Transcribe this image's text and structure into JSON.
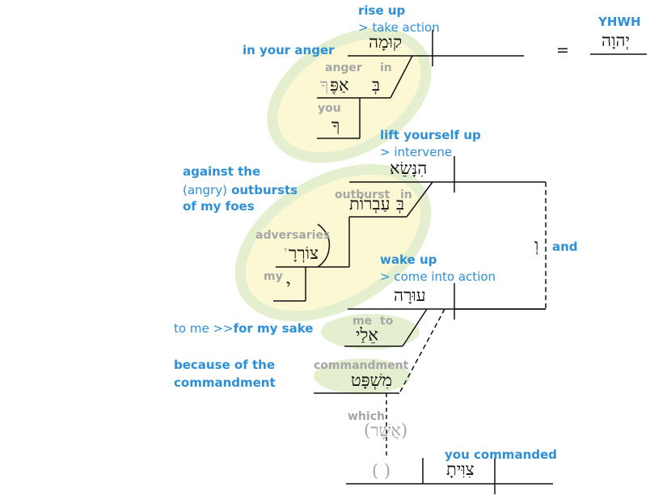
{
  "phrases": {
    "rise_up": "rise up",
    "rise_up_gloss": "> take action",
    "in_your_anger": "in your anger",
    "yhwh_label": "YHWH",
    "lift_yourself_up": "lift yourself up",
    "lift_gloss": "> intervene",
    "against_the": "against the",
    "angry": "(angry)",
    "outbursts": "outbursts",
    "of_my_foes": "of my foes",
    "and": "and",
    "wake_up": "wake up",
    "wake_up_gloss": "> come into action",
    "to_me": "to me >>",
    "for_my_sake": "for my sake",
    "because_of_the": "because of the",
    "commandment": "commandment",
    "you_commanded": "you commanded",
    "equals": "="
  },
  "labels": {
    "anger": "anger",
    "in1": "in",
    "you": "you",
    "outburst": "outburst",
    "in2": "in",
    "adversaries": "adversaries",
    "my": "my",
    "me": "me",
    "to": "to",
    "commandment": "commandment",
    "which": "which"
  },
  "hebrew": {
    "qumah": "קוּמָה",
    "yhwh": "יְהוָה",
    "be1": "בְּ",
    "appekha": "אַפֶּ",
    "kha": "ךָ",
    "kha2": "ךָ",
    "hinnase": "הִנָּשֵׂא",
    "be2": "בְּ",
    "avrot": "עַבְרוֹת",
    "tsorray": "צוֹרְרָ",
    "yod": "י",
    "yod2": "י",
    "vav": "וְ",
    "urah": "עוּרָה",
    "elay": "אֵלַי",
    "mishpat": "מִשְׁפָּט",
    "asher": "(אֲשֶׁר)",
    "empty_paren": "(   )",
    "tsivvita": "צִוִּיתָ"
  },
  "colors": {
    "phrase_blue": "#2d8fd5",
    "label_gray": "#a6a6a6",
    "ring_green": "#e3efcf",
    "fill_yellow": "#fbf8d3",
    "line": "#111111"
  }
}
